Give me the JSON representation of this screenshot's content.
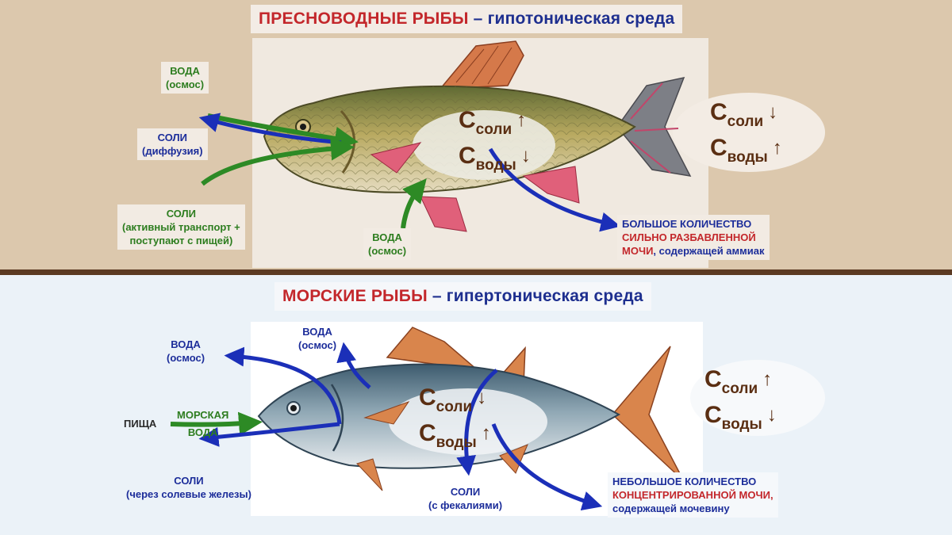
{
  "top": {
    "title_main": "ПРЕСНОВОДНЫЕ РЫБЫ",
    "title_rest": " – гипотоническая среда",
    "labels": {
      "water_in_title": "ВОДА",
      "water_in_sub": "(осмос)",
      "salt_out_title": "СОЛИ",
      "salt_out_sub": "(диффузия)",
      "salt_in_title": "СОЛИ",
      "salt_in_sub1": "(активный транспорт +",
      "salt_in_sub2": "поступают с пищей)",
      "water_skin_title": "ВОДА",
      "water_skin_sub": "(осмос)",
      "urine_l1": "БОЛЬШОЕ КОЛИЧЕСТВО",
      "urine_l2": "СИЛЬНО РАЗБАВЛЕННОЙ",
      "urine_l3a": "МОЧИ",
      "urine_l3b": ", содержащей аммиак"
    },
    "body_formula": {
      "c": "С",
      "salt_sub": "соли",
      "salt_arrow": "↑",
      "water_sub": "воды",
      "water_arrow": "↓"
    },
    "env_formula": {
      "c": "С",
      "salt_sub": "соли",
      "salt_arrow": "↓",
      "water_sub": "воды",
      "water_arrow": "↑"
    },
    "colors": {
      "background": "#dcc8ad",
      "label_box": "#f2ebe3",
      "green_arrow": "#2d8a25",
      "blue_arrow": "#1b2fb8"
    }
  },
  "bottom": {
    "title_main": "МОРСКИЕ РЫБЫ",
    "title_rest": " – гипертоническая среда",
    "labels": {
      "water_left_title": "ВОДА",
      "water_left_sub": "(осмос)",
      "water_up_title": "ВОДА",
      "water_up_sub": "(осмос)",
      "food": "ПИЩА",
      "sea_l1": "МОРСКАЯ",
      "sea_l2": "ВОДА",
      "salt_gland_title": "СОЛИ",
      "salt_gland_sub": "(через солевые железы)",
      "salt_feces_title": "СОЛИ",
      "salt_feces_sub": "(с фекалиями)",
      "urine_l1": "НЕБОЛЬШОЕ КОЛИЧЕСТВО",
      "urine_l2": "КОНЦЕНТРИРОВАННОЙ МОЧИ,",
      "urine_l3": "содержащей мочевину"
    },
    "body_formula": {
      "c": "С",
      "salt_sub": "соли",
      "salt_arrow": "↓",
      "water_sub": "воды",
      "water_arrow": "↑"
    },
    "env_formula": {
      "c": "С",
      "salt_sub": "соли",
      "salt_arrow": "↑",
      "water_sub": "воды",
      "water_arrow": "↓"
    },
    "colors": {
      "background": "#ebf2f8",
      "green_arrow": "#2d8a25",
      "blue_arrow": "#1b2fb8"
    }
  }
}
